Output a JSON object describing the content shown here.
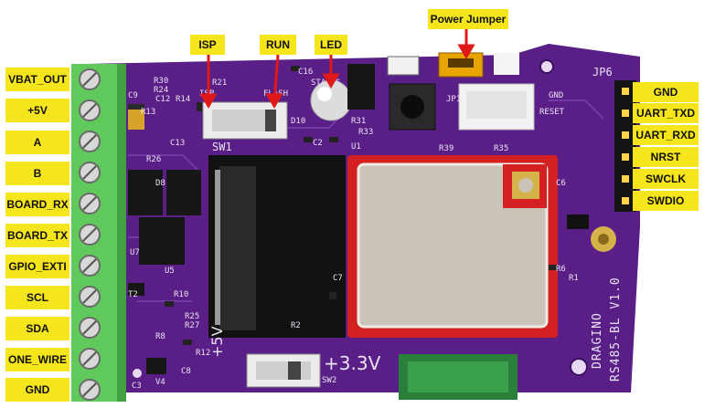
{
  "left_labels": [
    "VBAT_OUT",
    "+5V",
    "A",
    "B",
    "BOARD_RX",
    "BOARD_TX",
    "GPIO_EXTI",
    "SCL",
    "SDA",
    "ONE_WIRE",
    "GND"
  ],
  "right_labels": [
    "GND",
    "UART_TXD",
    "UART_RXD",
    "NRST",
    "SWCLK",
    "SWDIO"
  ],
  "top_labels": {
    "isp": "ISP",
    "run": "RUN",
    "led": "LED",
    "power_jumper": "Power Jumper"
  },
  "silkscreen": {
    "sw1": "SW1",
    "sw2": "SW2",
    "status": "STATUS",
    "isp": "ISP",
    "flash": "FLASH",
    "jp6": "JP6",
    "jp1": "JP1",
    "v33": "+3.3V",
    "v5": "+5V",
    "brand": "DRAGINO",
    "model": "RS485-BL V1.0",
    "reset": "RESET",
    "r30": "R30",
    "r24": "R24",
    "r21": "R21",
    "c16": "C16",
    "c9": "C9",
    "c12": "C12",
    "r13": "R13",
    "r14": "R14",
    "c13": "C13",
    "d10": "D10",
    "r31": "R31",
    "c2": "C2",
    "r33": "R33",
    "r39": "R39",
    "r35": "R35",
    "r26": "R26",
    "u5": "U5",
    "u1": "U1",
    "c6": "C6",
    "c7": "C7",
    "r2": "R2",
    "r12": "R12",
    "c8": "C8",
    "v4": "V4",
    "r10": "R10",
    "t2": "T2",
    "r25": "R25",
    "r27": "R27",
    "r8": "R8",
    "c3": "C3",
    "d8": "D8",
    "u7": "U7",
    "r1": "R1",
    "r6": "R6",
    "gnd": "GND"
  },
  "colors": {
    "pcb": "#5a1f86",
    "label": "#f5e51c",
    "terminal": "#5fc95c",
    "shield": "#c9c3b8",
    "antenna_border": "#d42020"
  }
}
